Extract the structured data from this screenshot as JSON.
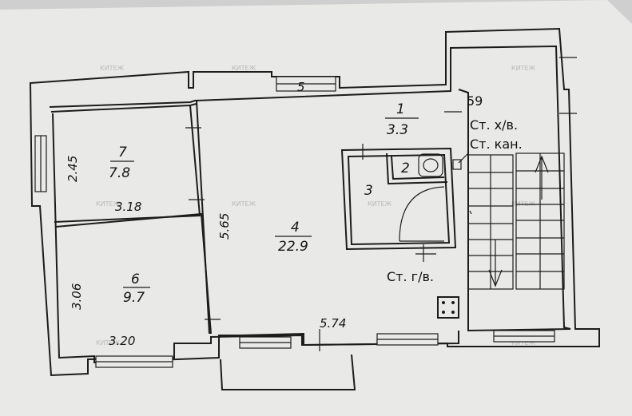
{
  "rooms": [
    {
      "num": "1",
      "area": "3.3"
    },
    {
      "num": "2"
    },
    {
      "num": "3"
    },
    {
      "num": "4",
      "area": "22.9"
    },
    {
      "num": "5"
    },
    {
      "num": "6",
      "area": "9.7"
    },
    {
      "num": "7",
      "area": "7.8"
    }
  ],
  "dimensions": {
    "room7_height": "2.45",
    "room7_width": "3.18",
    "room6_height": "3.06",
    "room6_width": "3.20",
    "room4_height": "5.65",
    "room4_width": "5.74"
  },
  "stair_number": "59",
  "risers": {
    "cold_water_sewer_1": "Ст. х/в.",
    "cold_water_sewer_2": "Ст. кан.",
    "hot_water": "Ст. г/в."
  },
  "watermark": "КИТЕЖ"
}
